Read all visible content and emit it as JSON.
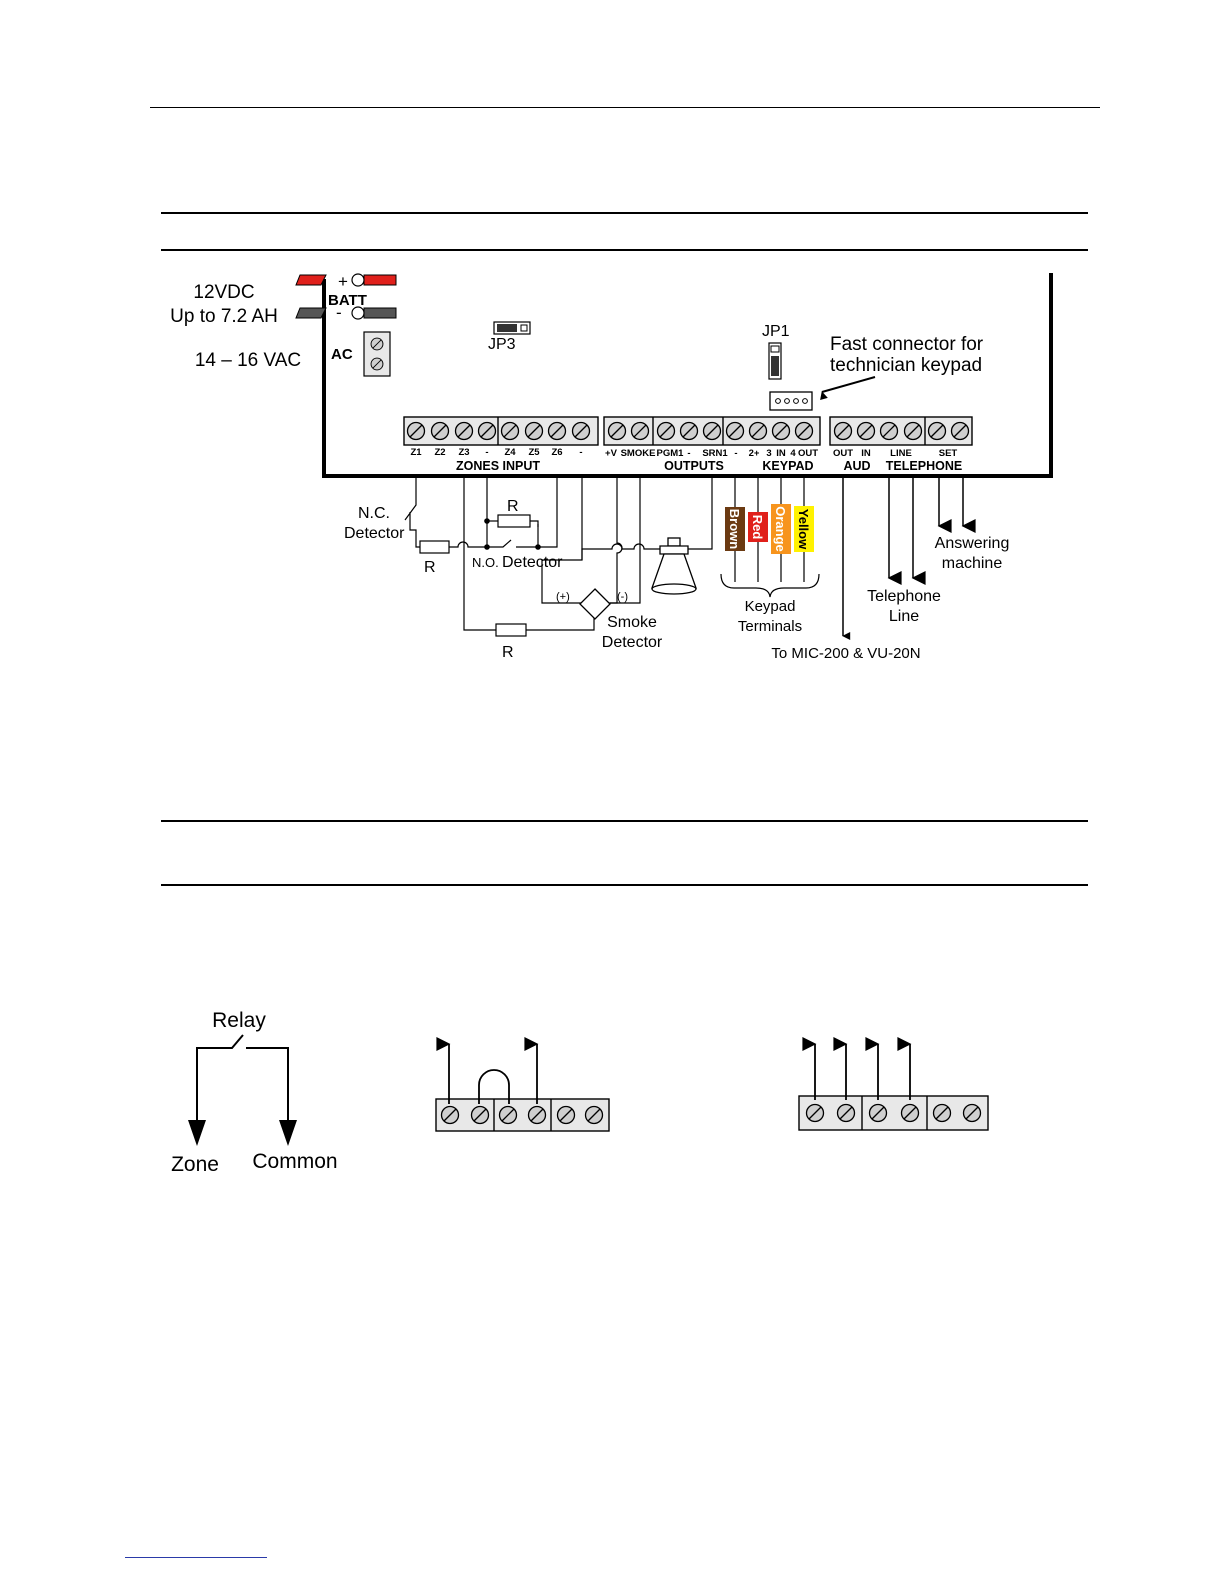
{
  "power": {
    "battery_voltage": "12VDC",
    "battery_capacity": "Up to 7.2 AH",
    "ac_voltage": "14 – 16 VAC",
    "plus": "+",
    "minus": "-",
    "batt": "BATT",
    "ac": "AC"
  },
  "jumpers": {
    "jp1": "JP1",
    "jp3": "JP3"
  },
  "fast_connector": {
    "line1": "Fast connector for",
    "line2": "technician keypad"
  },
  "terminals": {
    "zones_labels": [
      "Z1",
      "Z2",
      "Z3",
      "-",
      "Z4",
      "Z5",
      "Z6",
      "-"
    ],
    "outputs_labels": [
      "+V",
      "SMOKE",
      "PGM1",
      "-",
      "SRN1",
      "-"
    ],
    "keypad_labels": [
      "2+",
      "3",
      "IN",
      "4",
      "OUT"
    ],
    "aud_labels": [
      "OUT",
      "IN"
    ],
    "telephone_labels": [
      "LINE",
      "SET"
    ]
  },
  "groups": {
    "zones_input": "ZONES INPUT",
    "outputs": "OUTPUTS",
    "keypad": "KEYPAD",
    "aud": "AUD",
    "telephone": "TELEPHONE"
  },
  "wiring": {
    "nc_detector_1": "N.C.",
    "nc_detector_2": "Detector",
    "no_prefix": "N.O.",
    "no_detector": "Detector",
    "resistor": "R",
    "smoke_plus": "(+)",
    "smoke_minus": "(-)",
    "smoke_1": "Smoke",
    "smoke_2": "Detector",
    "wire_colors": [
      {
        "label": "Brown",
        "color": "#6b3a12",
        "text": "#ffffff"
      },
      {
        "label": "Red",
        "color": "#e0201b",
        "text": "#ffffff"
      },
      {
        "label": "Orange",
        "color": "#f7941d",
        "text": "#ffffff"
      },
      {
        "label": "Yellow",
        "color": "#fff200",
        "text": "#000000"
      }
    ],
    "keypad_terminals_1": "Keypad",
    "keypad_terminals_2": "Terminals",
    "telephone_line_1": "Telephone",
    "telephone_line_2": "Line",
    "answering_1": "Answering",
    "answering_2": "machine",
    "to_mic": "To MIC-200 & VU-20N"
  },
  "relay_diagram": {
    "relay": "Relay",
    "zone": "Zone",
    "common": "Common"
  },
  "colors": {
    "batt_plus": "#e0201b",
    "batt_minus": "#555555"
  }
}
